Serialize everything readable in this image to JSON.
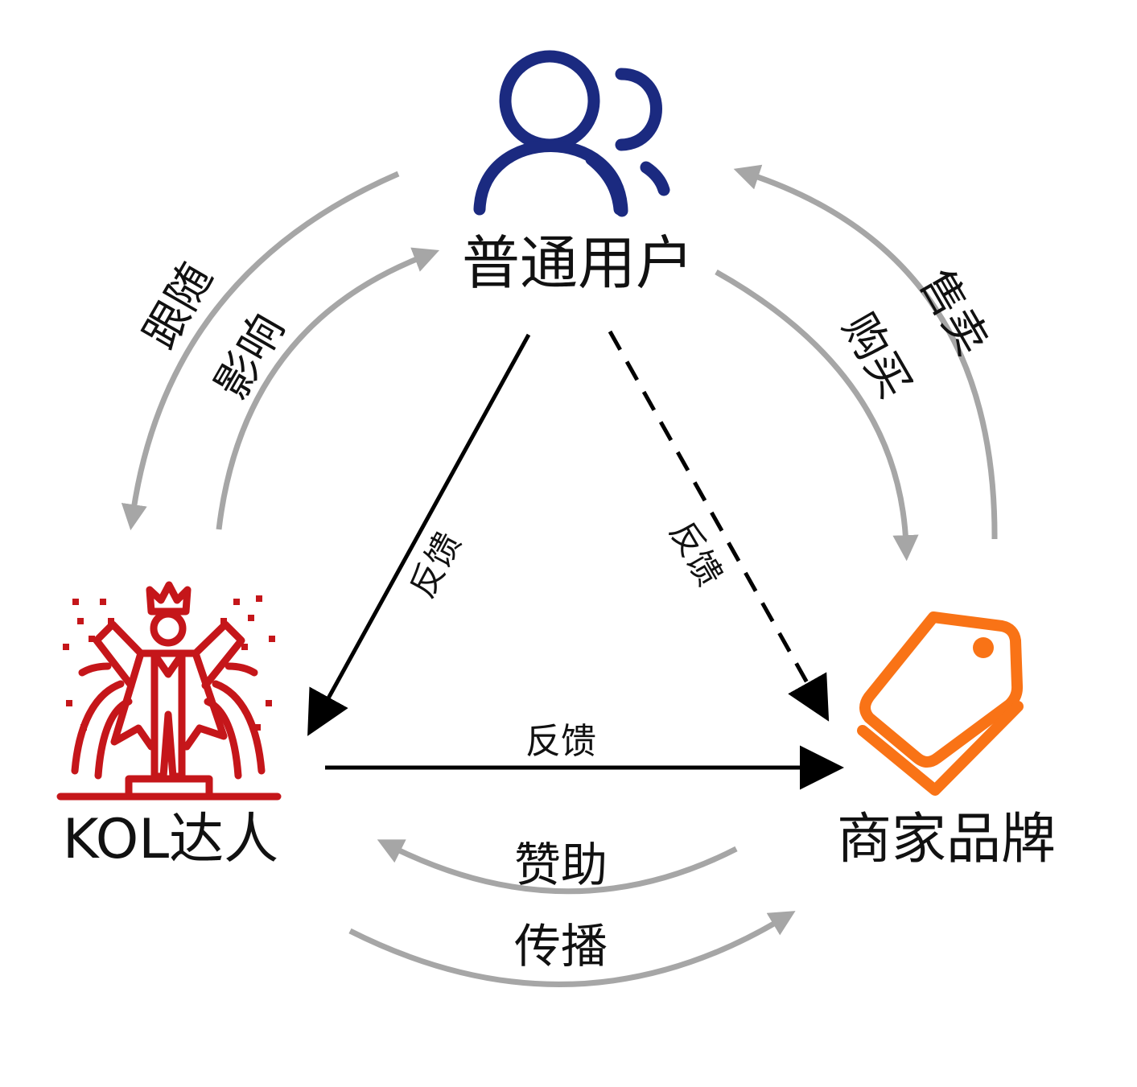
{
  "nodes": {
    "user": {
      "label": "普通用户",
      "icon": "users-icon",
      "color": "#1b2a80"
    },
    "kol": {
      "label": "KOL达人",
      "icon": "kol-crown-icon",
      "color": "#c5161a"
    },
    "merchant": {
      "label": "商家品牌",
      "icon": "price-tag-icon",
      "color": "#f97316"
    }
  },
  "edges": {
    "follow": "跟随",
    "influence": "影响",
    "sell": "售卖",
    "buy": "购买",
    "sponsor": "赞助",
    "spread": "传播",
    "feedback_user_kol": "反馈",
    "feedback_user_merchant": "反馈",
    "feedback_kol_merchant": "反馈"
  },
  "colors": {
    "outer_arrow": "#a6a6a6",
    "inner_arrow": "#000000"
  }
}
